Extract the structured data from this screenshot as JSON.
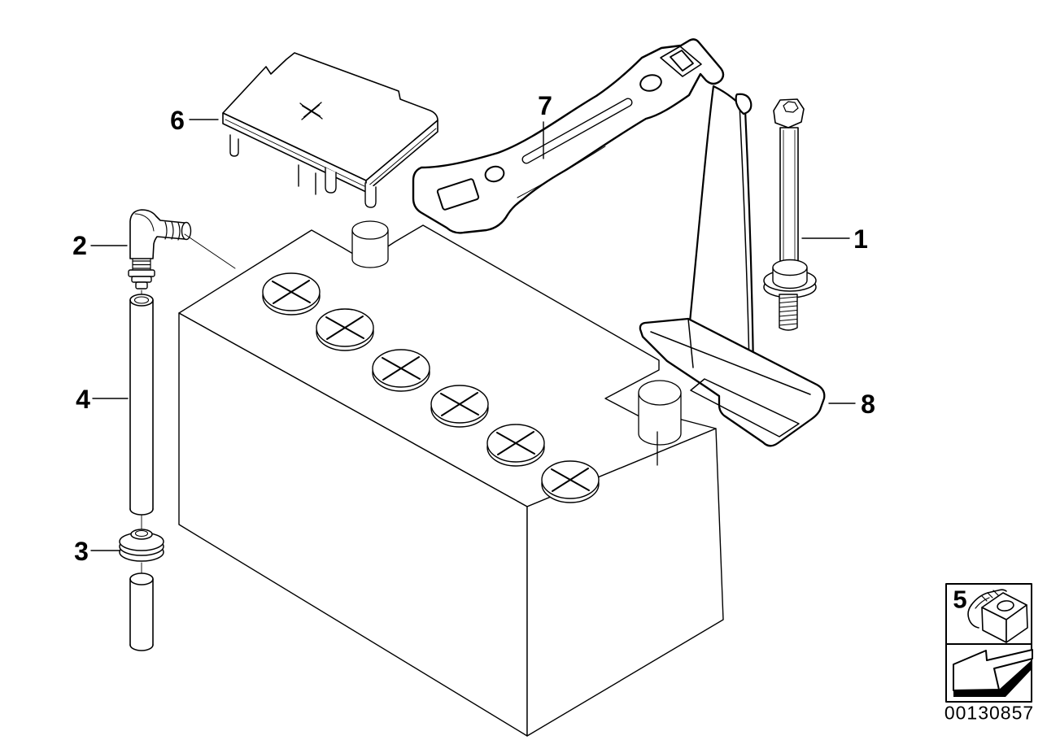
{
  "page": {
    "background": "#ffffff",
    "line_color": "#000000"
  },
  "callouts": [
    {
      "label": "1"
    },
    {
      "label": "2"
    },
    {
      "label": "3"
    },
    {
      "label": "4"
    },
    {
      "label": "5"
    },
    {
      "label": "6"
    },
    {
      "label": "7"
    },
    {
      "label": "8"
    }
  ],
  "inset": {
    "part_label": "5",
    "part_icon": "battery-terminal-clamp-icon",
    "arrow_icon": "reuse-arrow-icon"
  },
  "footer": {
    "drawing_number": "00130857"
  }
}
